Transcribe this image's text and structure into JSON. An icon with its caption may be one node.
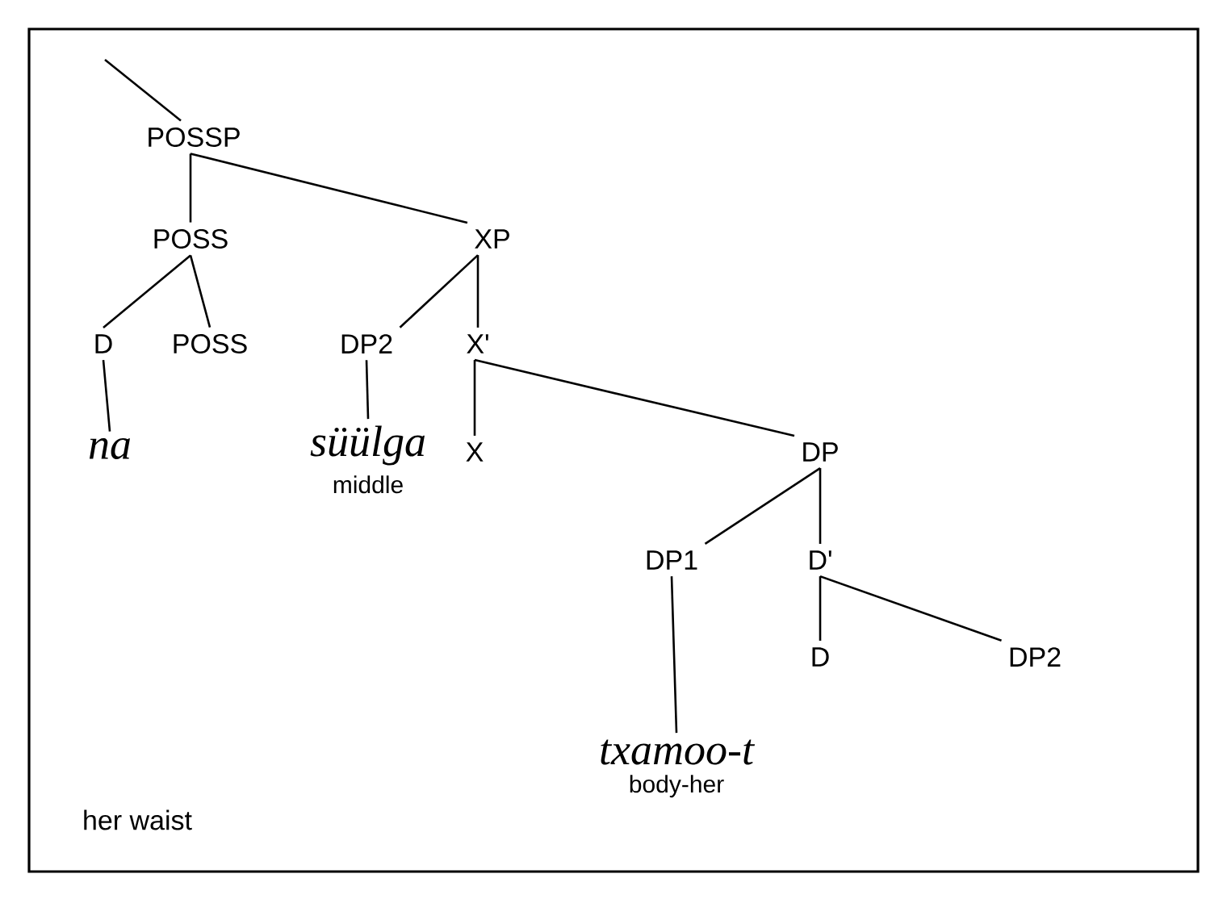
{
  "diagram": {
    "nodes": [
      {
        "text": [
          "POSSP"
        ]
      },
      {
        "text": [
          "POSS"
        ]
      },
      {
        "text": [
          "XP"
        ]
      },
      {
        "text": [
          "D"
        ]
      },
      {
        "text": [
          "POSS"
        ]
      },
      {
        "text": [
          "DP2"
        ]
      },
      {
        "text": [
          "X'"
        ]
      },
      {
        "text": [
          "na"
        ]
      },
      {
        "text": [
          "süülga"
        ],
        "beside": [
          "middle"
        ]
      },
      {
        "text": [
          "X"
        ]
      },
      {
        "text": [
          "DP"
        ]
      },
      {
        "text": [
          "DP1"
        ]
      },
      {
        "text": [
          "D'"
        ]
      },
      {
        "text": [
          "D"
        ]
      },
      {
        "text": [
          "DP2"
        ]
      },
      {
        "text": [
          "txamoo-t"
        ],
        "beside": [
          "body-her"
        ]
      }
    ],
    "edges": [
      {
        "from": null,
        "to": 0,
        "arrow": "none"
      },
      {
        "from": 0,
        "to": 1,
        "arrow": "none"
      },
      {
        "from": 0,
        "to": 2,
        "arrow": "none"
      },
      {
        "from": 1,
        "to": 3,
        "arrow": "none"
      },
      {
        "from": 1,
        "to": 4,
        "arrow": "none"
      },
      {
        "from": 2,
        "to": 5,
        "arrow": "none"
      },
      {
        "from": 2,
        "to": 6,
        "arrow": "none"
      },
      {
        "from": 3,
        "to": 7,
        "arrow": "none"
      },
      {
        "from": 5,
        "to": 8,
        "arrow": "none"
      },
      {
        "from": 6,
        "to": 9,
        "arrow": "none"
      },
      {
        "from": 6,
        "to": 10,
        "arrow": "none"
      },
      {
        "from": 10,
        "to": 11,
        "arrow": "none"
      },
      {
        "from": 10,
        "to": 12,
        "arrow": "none"
      },
      {
        "from": 12,
        "to": 13,
        "arrow": "none"
      },
      {
        "from": 12,
        "to": 14,
        "arrow": "none"
      },
      {
        "from": 11,
        "to": 15,
        "arrow": "none"
      }
    ],
    "labels": [
      "her waist"
    ]
  }
}
